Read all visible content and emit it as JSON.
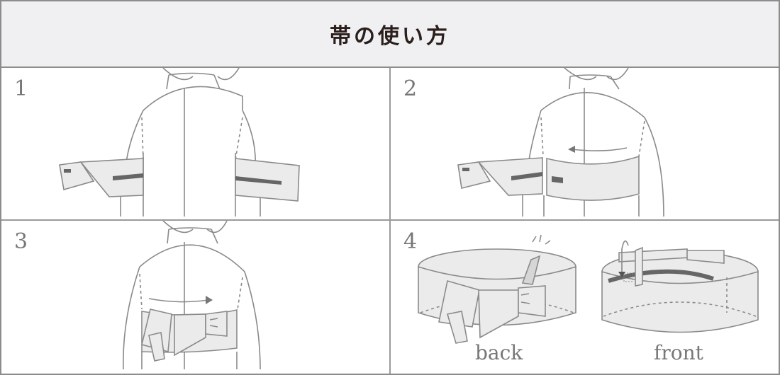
{
  "header": {
    "title": "帯の使い方"
  },
  "steps": [
    {
      "number": "1"
    },
    {
      "number": "2"
    },
    {
      "number": "3"
    },
    {
      "number": "4",
      "captions": {
        "back": "back",
        "front": "front"
      }
    }
  ],
  "colors": {
    "border": "#8c8c8c",
    "header_bg": "#f0eff1",
    "title": "#2a1f1c",
    "line": "#8a8a8a",
    "fill": "#ebebeb",
    "belt_mark": "#666666"
  }
}
